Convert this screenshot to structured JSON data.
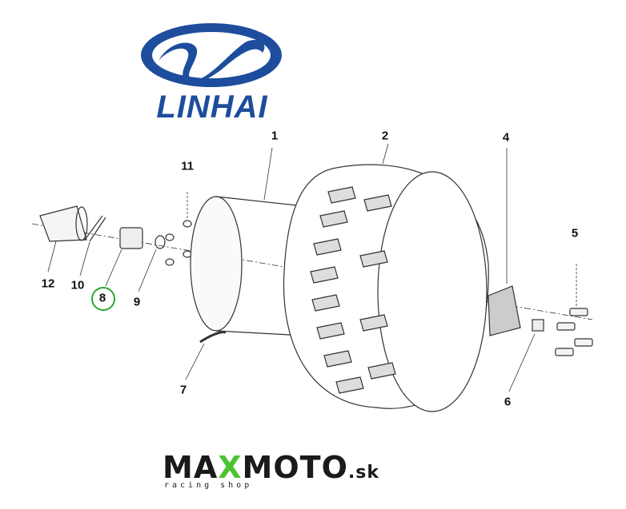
{
  "brand_logo": {
    "text": "LINHAI",
    "color": "#1d4d9c"
  },
  "diagram": {
    "callouts": [
      "1",
      "2",
      "4",
      "11",
      "5",
      "12",
      "10",
      "8",
      "9",
      "7",
      "6"
    ],
    "highlighted_callout": "8",
    "highlight_color": "#2aa834"
  },
  "shop_logo": {
    "part1": "MA",
    "part2": "X",
    "part3": "MOTO",
    "suffix": ".sk",
    "tagline": "racing shop",
    "accent": "#4cc432"
  }
}
